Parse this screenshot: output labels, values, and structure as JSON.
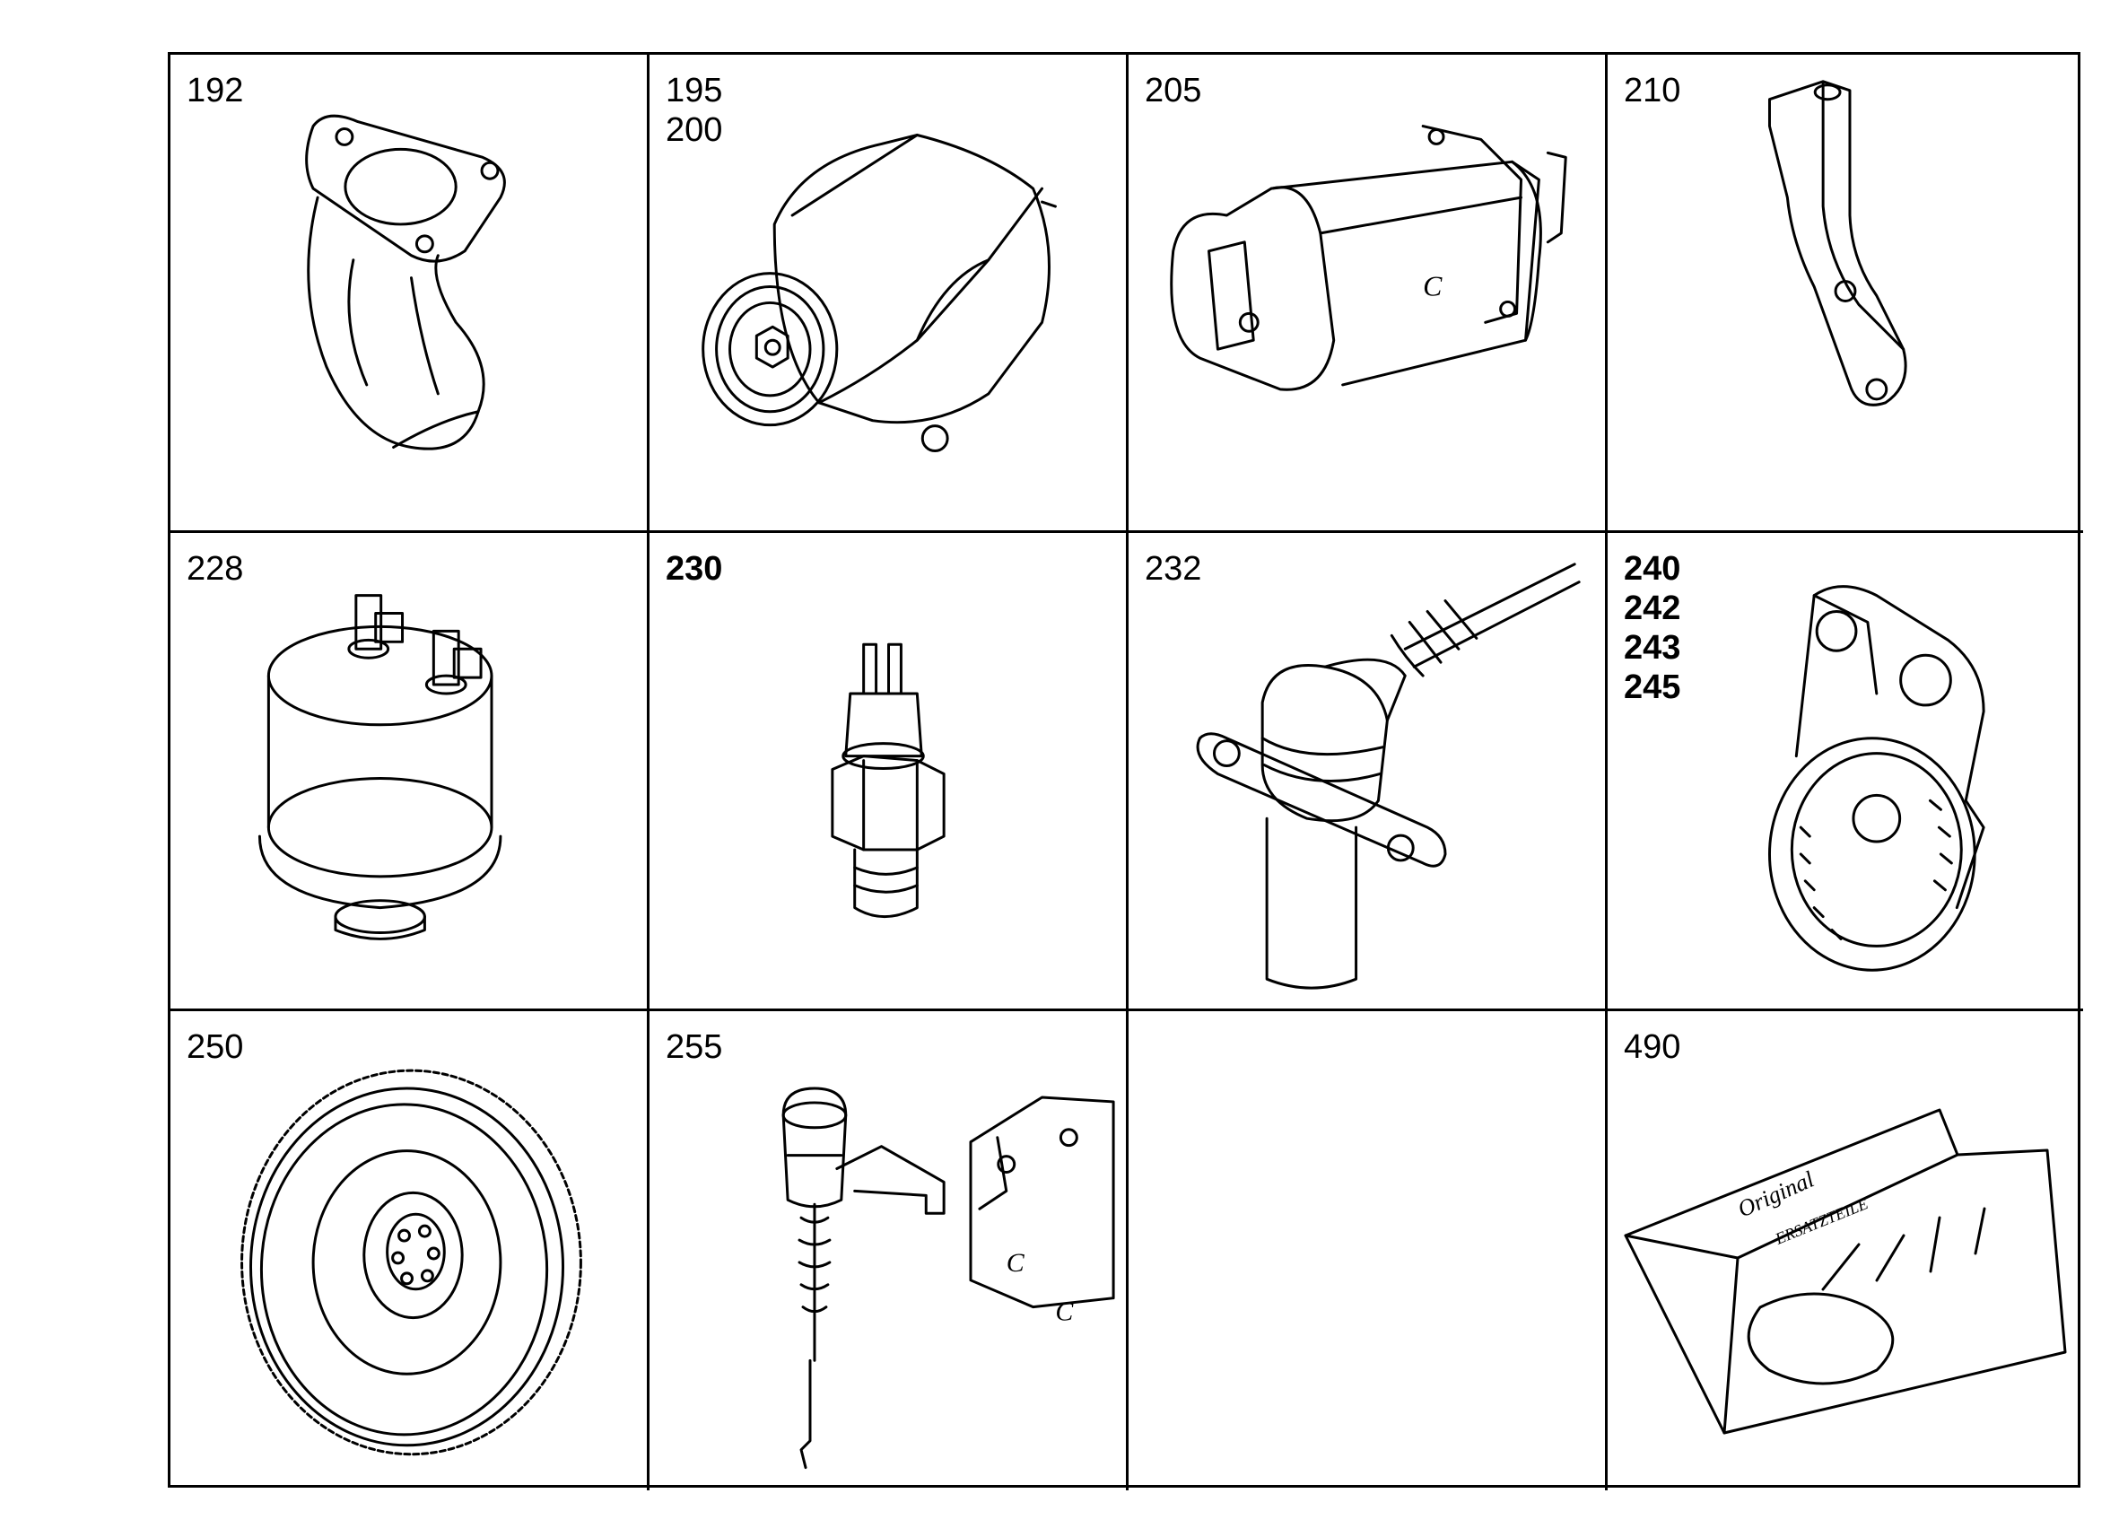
{
  "cells": [
    {
      "labels": [
        "192"
      ],
      "icon": "exhaust-elbow-icon"
    },
    {
      "labels": [
        "195",
        "200"
      ],
      "icon": "alternator-icon"
    },
    {
      "labels": [
        "205"
      ],
      "icon": "starter-motor-icon"
    },
    {
      "labels": [
        "210"
      ],
      "icon": "mounting-bracket-icon"
    },
    {
      "labels": [
        "228"
      ],
      "icon": "oil-pressure-sender-icon"
    },
    {
      "labels": [
        "230"
      ],
      "icon": "temperature-switch-icon"
    },
    {
      "labels": [
        "232"
      ],
      "icon": "speed-sensor-icon"
    },
    {
      "labels": [
        "240",
        "242",
        "243",
        "245"
      ],
      "icon": "gear-housing-icon"
    },
    {
      "labels": [
        "250"
      ],
      "icon": "flywheel-icon"
    },
    {
      "labels": [
        "255"
      ],
      "icon": "shutdown-solenoid-icon"
    },
    {
      "labels": [],
      "icon": ""
    },
    {
      "labels": [
        "490"
      ],
      "icon": "parts-box-icon"
    }
  ],
  "box_text": [
    "Original",
    "ERSATZTEILE"
  ]
}
